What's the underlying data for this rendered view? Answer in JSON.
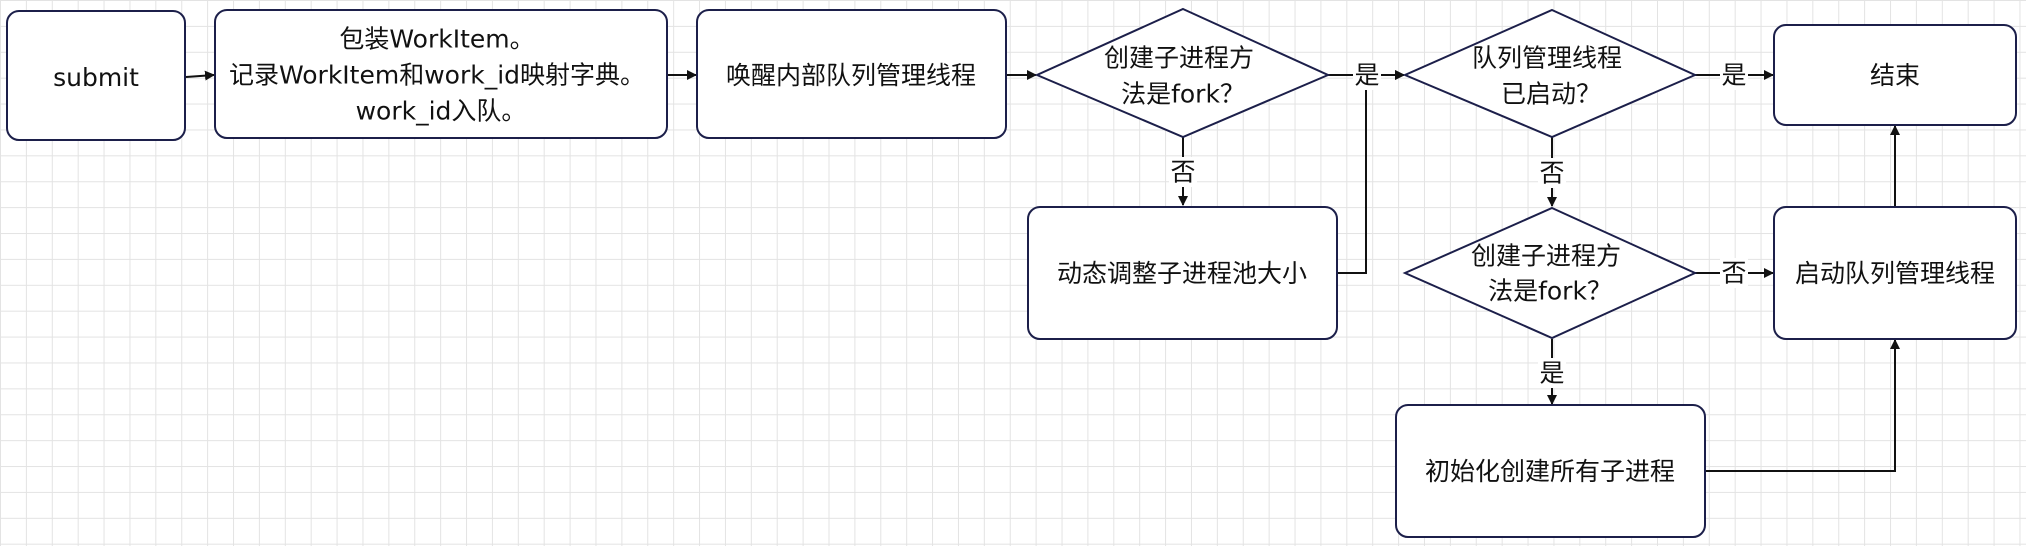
{
  "nodes": {
    "submit": {
      "lines": [
        "submit"
      ]
    },
    "wrap": {
      "lines": [
        "包装WorkItem。",
        "记录WorkItem和work_id映射字典。",
        "work_id入队。"
      ]
    },
    "wake": {
      "lines": [
        "唤醒内部队列管理线程"
      ]
    },
    "decision_fork_1": {
      "lines": [
        "创建子进程方",
        "法是fork？"
      ]
    },
    "adjust_pool": {
      "lines": [
        "动态调整子进程池大小"
      ]
    },
    "decision_started": {
      "lines": [
        "队列管理线程",
        "已启动？"
      ]
    },
    "end": {
      "lines": [
        "结束"
      ]
    },
    "decision_fork_2": {
      "lines": [
        "创建子进程方",
        "法是fork？"
      ]
    },
    "start_manager": {
      "lines": [
        "启动队列管理线程"
      ]
    },
    "init_children": {
      "lines": [
        "初始化创建所有子进程"
      ]
    }
  },
  "edge_labels": {
    "fork1_yes": "是",
    "fork1_no": "否",
    "started_yes": "是",
    "started_no": "否",
    "fork2_no": "否",
    "fork2_yes": "是"
  },
  "colors": {
    "node_border": "#1c1f4a",
    "arrow": "#111111",
    "grid": "#e3e3e3"
  }
}
